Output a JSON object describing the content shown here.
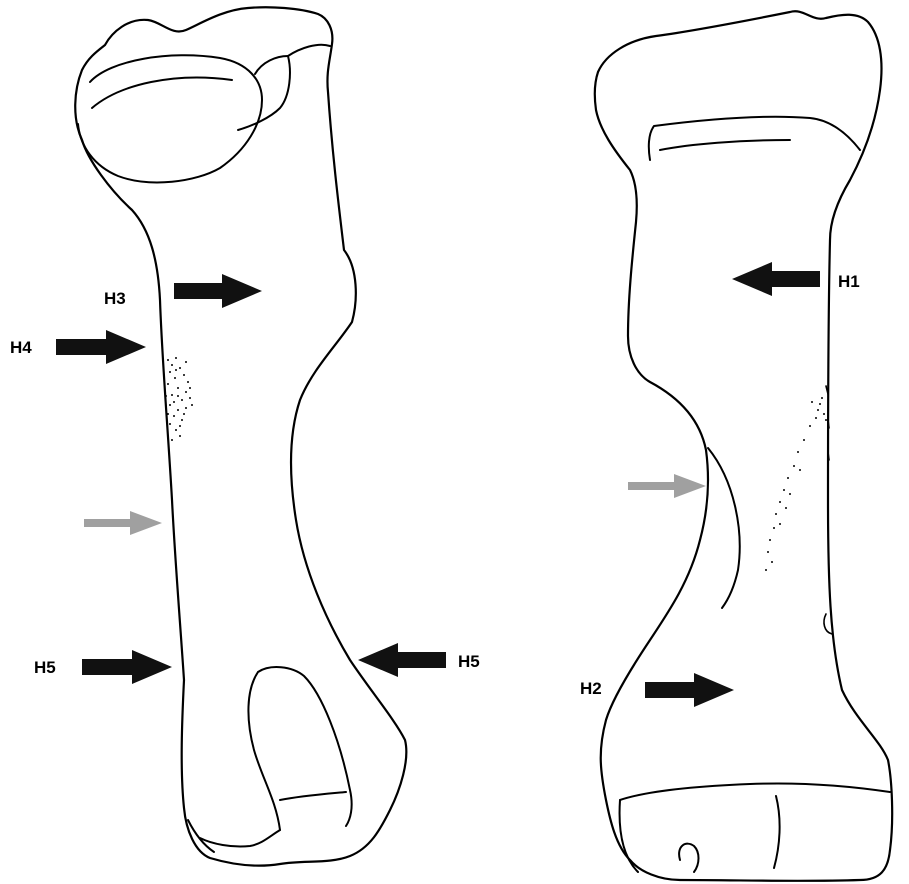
{
  "labels": {
    "h1": "H1",
    "h2": "H2",
    "h3": "H3",
    "h4": "H4",
    "h5_left": "H5",
    "h5_right": "H5"
  },
  "colors": {
    "outline": "#000000",
    "arrow_black": "#111111",
    "arrow_gray": "#a0a0a0",
    "background": "#ffffff"
  }
}
